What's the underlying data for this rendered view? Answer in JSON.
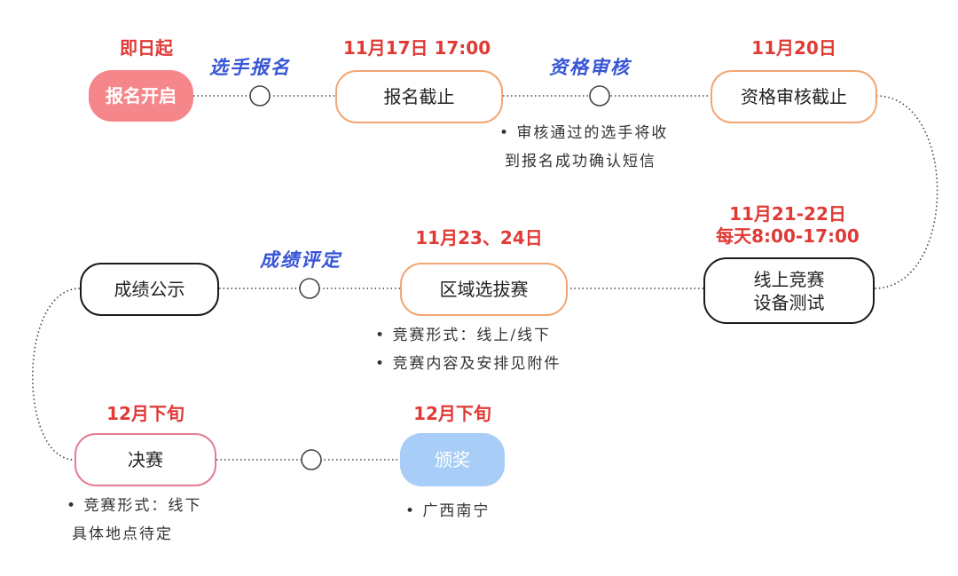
{
  "nodes": {
    "signup_open": "报名开启",
    "signup_close": "报名截止",
    "review_close": "资格审核截止",
    "online_test_line1": "线上竞赛",
    "online_test_line2": "设备测试",
    "regional": "区域选拔赛",
    "results": "成绩公示",
    "final": "决赛",
    "award": "颁奖"
  },
  "dates": {
    "signup_open": "即日起",
    "signup_close": "11月17日  17:00",
    "review_close": "11月20日",
    "online_test_line1": "11月21-22日",
    "online_test_line2": "每天8:00-17:00",
    "regional": "11月23、24日",
    "final": "12月下旬",
    "award": "12月下旬"
  },
  "phases": {
    "signup": "选手报名",
    "review": "资格审核",
    "scoring": "成绩评定"
  },
  "notes": {
    "review_line1": "审核通过的选手将收",
    "review_line2": "到报名成功确认短信",
    "regional_line1": "竞赛形式：线上/线下",
    "regional_line2": "竞赛内容及安排见附件",
    "final_line1": "竞赛形式：线下",
    "final_line2": "具体地点待定",
    "award_line1": "广西南宁"
  },
  "colors": {
    "date_red": "#e03a35",
    "phase_blue": "#3755d6",
    "start_fill": "#f5868a",
    "orange_border": "#f1a673",
    "pink_border": "#e27d93",
    "award_fill": "#a8cdf7"
  }
}
